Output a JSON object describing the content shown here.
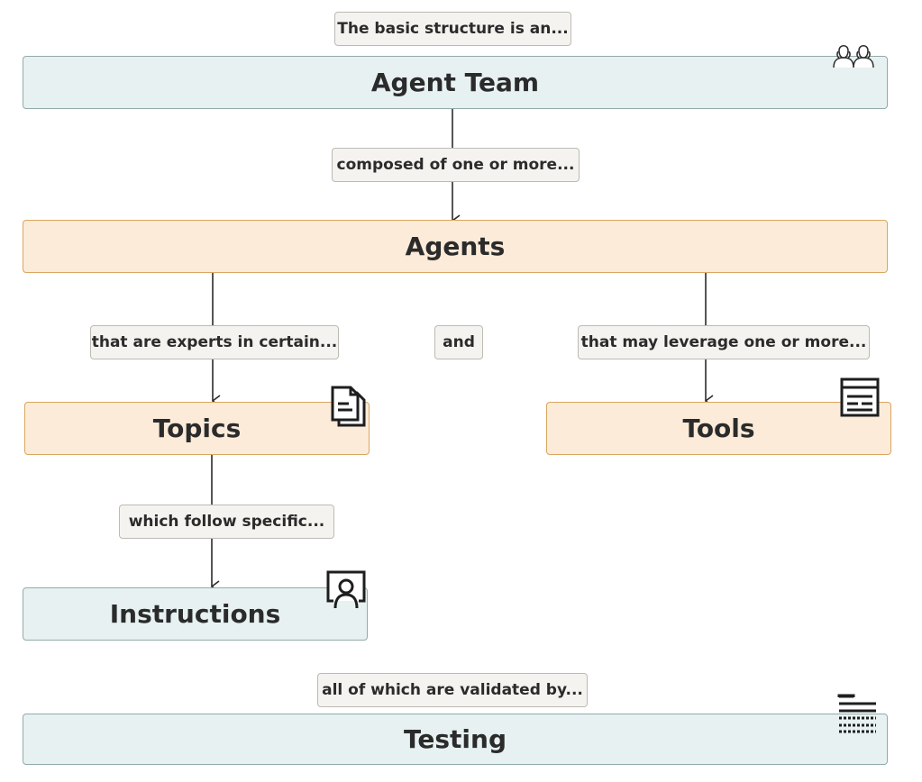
{
  "labels": {
    "intro": "The basic structure is an...",
    "composed": "composed of one or more...",
    "experts": "that are experts in certain...",
    "and": "and",
    "leverage": "that may leverage one or more...",
    "follow": "which follow specific...",
    "validated": "all of which are validated by..."
  },
  "nodes": {
    "agent_team": "Agent Team",
    "agents": "Agents",
    "topics": "Topics",
    "tools": "Tools",
    "instructions": "Instructions",
    "testing": "Testing"
  },
  "icons": {
    "agent_team": "people-icon",
    "topics": "documents-icon",
    "tools": "toolbox-icon",
    "instructions": "person-frame-icon",
    "testing": "stacked-bars-icon"
  },
  "colors": {
    "teal_fill": "#e7f1f1",
    "teal_border": "#93aaaa",
    "peach_fill": "#fbebd8",
    "peach_border": "#d9a661",
    "tag_fill": "#f4f3f0",
    "line": "#2b2b2b"
  }
}
